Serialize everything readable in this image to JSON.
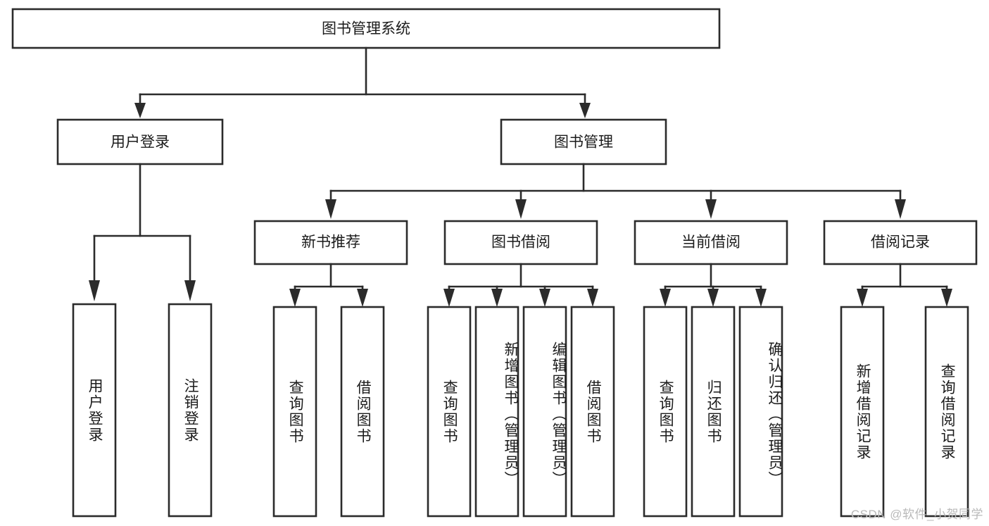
{
  "diagram": {
    "type": "tree",
    "title": "图书管理系统",
    "watermark": "CSDN @软件_小贺同学",
    "colors": {
      "box_stroke": "#2b2b2b",
      "box_fill": "#ffffff",
      "text": "#1b1b1b",
      "background": "#ffffff",
      "watermark": "#b9b9b9"
    },
    "levels": {
      "root": {
        "label": "图书管理系统"
      },
      "level2": [
        {
          "label": "用户登录"
        },
        {
          "label": "图书管理"
        }
      ],
      "level3": [
        {
          "label": "新书推荐"
        },
        {
          "label": "图书借阅"
        },
        {
          "label": "当前借阅"
        },
        {
          "label": "借阅记录"
        }
      ]
    },
    "leaves": {
      "user_login": [
        {
          "label": "用户登录"
        },
        {
          "label": "注销登录"
        }
      ],
      "new_book_recommend": [
        {
          "label": "查询图书"
        },
        {
          "label": "借阅图书"
        }
      ],
      "book_borrow": [
        {
          "label": "查询图书"
        },
        {
          "label": "新增图书（管理员）"
        },
        {
          "label": "编辑图书（管理员）"
        },
        {
          "label": "借阅图书"
        }
      ],
      "current_borrow": [
        {
          "label": "查询图书"
        },
        {
          "label": "归还图书"
        },
        {
          "label": "确认归还（管理员）"
        }
      ],
      "borrow_record": [
        {
          "label": "新增借阅记录"
        },
        {
          "label": "查询借阅记录"
        }
      ]
    }
  }
}
